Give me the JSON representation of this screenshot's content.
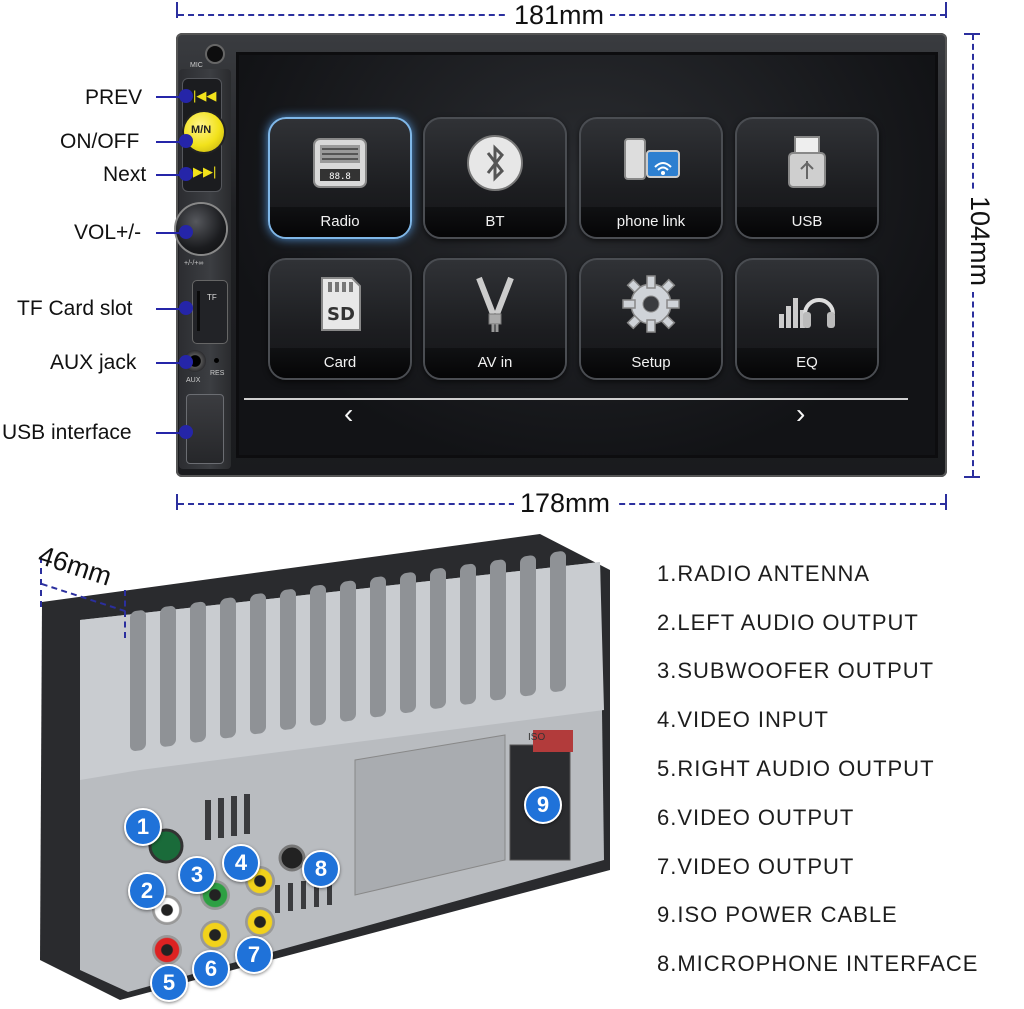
{
  "dimensions": {
    "top_width": "181mm",
    "bottom_width": "178mm",
    "height": "104mm",
    "depth": "46mm"
  },
  "front_labels": {
    "prev": "PREV",
    "onoff": "ON/OFF",
    "next": "Next",
    "vol": "VOL+/-",
    "tf": "TF Card slot",
    "aux": "AUX jack",
    "usb": "USB interface"
  },
  "panel_marks": {
    "mic": "MIC",
    "mode": "M/N",
    "tf": "TF",
    "aux": "AUX",
    "res": "RES",
    "vol_caption": "+/-/+∞"
  },
  "screen": {
    "tiles": [
      {
        "label": "Radio",
        "icon": "radio-icon"
      },
      {
        "label": "BT",
        "icon": "bluetooth-icon"
      },
      {
        "label": "phone link",
        "icon": "phone-link-icon"
      },
      {
        "label": "USB",
        "icon": "usb-icon"
      },
      {
        "label": "Card",
        "icon": "sd-card-icon"
      },
      {
        "label": "AV in",
        "icon": "av-cable-icon"
      },
      {
        "label": "Setup",
        "icon": "gear-icon"
      },
      {
        "label": "EQ",
        "icon": "headphones-eq-icon"
      }
    ],
    "prev_arrow": "‹",
    "next_arrow": "›"
  },
  "rear": {
    "connector_label": "ISO",
    "badges": [
      "1",
      "2",
      "3",
      "4",
      "5",
      "6",
      "7",
      "8",
      "9"
    ]
  },
  "legend": [
    "1.RADIO ANTENNA",
    "2.LEFT AUDIO OUTPUT",
    "3.SUBWOOFER OUTPUT",
    "4.VIDEO INPUT",
    "5.RIGHT AUDIO OUTPUT",
    "6.VIDEO OUTPUT",
    "7.VIDEO OUTPUT",
    "9.ISO POWER CABLE",
    "8.MICROPHONE INTERFACE"
  ],
  "colors": {
    "dimension_line": "#2b2f9e",
    "badge": "#1f72d9",
    "power_button": "#f2e21b"
  }
}
